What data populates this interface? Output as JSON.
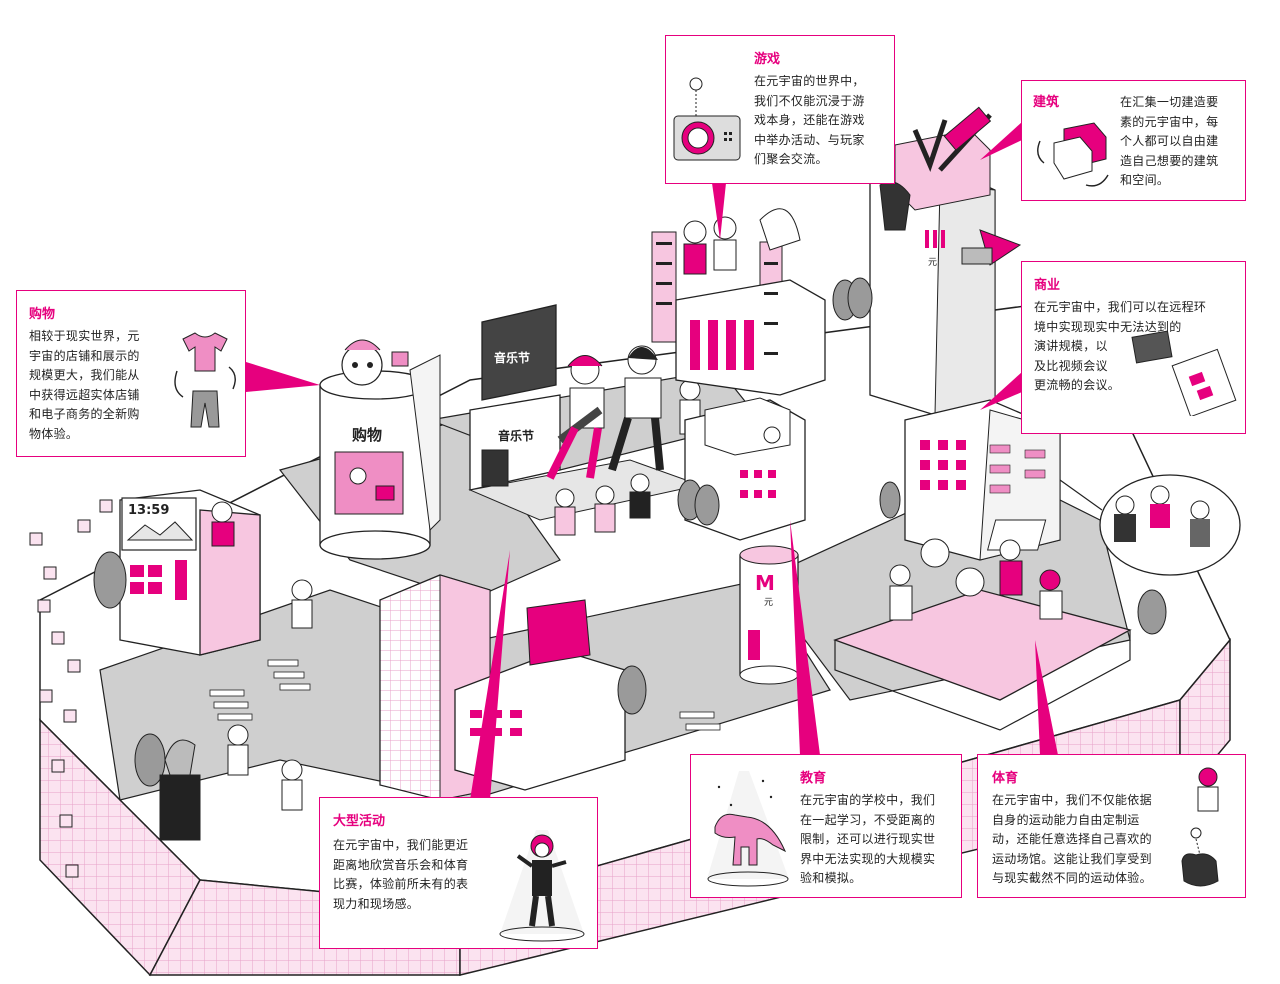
{
  "callouts": {
    "game": {
      "title": "游戏",
      "body": "在元宇宙的世界中，\n我们不仅能沉浸于游\n戏本身，还能在游戏\n中举办活动、与玩家\n们聚会交流。"
    },
    "architecture": {
      "title": "建筑",
      "body": "在汇集一切建造要\n素的元宇宙中，每\n个人都可以自由建\n造自己想要的建筑\n和空间。"
    },
    "shopping": {
      "title": "购物",
      "body": "相较于现实世界，元\n宇宙的店铺和展示的\n规模更大，我们能从\n中获得远超实体店铺\n和电子商务的全新购\n物体验。"
    },
    "business": {
      "title": "商业",
      "body": "在元宇宙中，我们可以在远程环\n境中实现现实中无法达到的\n演讲规模，以\n及比视频会议\n更流畅的会议。"
    },
    "events": {
      "title": "大型活动",
      "body": "在元宇宙中，我们能更近\n距离地欣赏音乐会和体育\n比赛，体验前所未有的表\n现力和现场感。"
    },
    "education": {
      "title": "教育",
      "body": "在元宇宙的学校中，我们\n在一起学习，不受距离的\n限制，还可以进行现实世\n界中无法实现的大规模实\n验和模拟。"
    },
    "sports": {
      "title": "体育",
      "body": "在元宇宙中，我们不仅能依据\n自身的运动能力自由定制运\n动，还能任意选择自己喜欢的\n运动场馆。这能让我们享受到\n与现实截然不同的运动体验。"
    }
  },
  "scene_text": {
    "clock": "13:59",
    "shop_sign": "购物",
    "concert_screen": "音乐节",
    "stage_banner": "音乐节",
    "tower_mark": "元",
    "mall_letter": "M",
    "mall_sub": "元"
  },
  "colors": {
    "accent": "#e6007e",
    "pink_light": "#f7c6e0",
    "pink_mid": "#ef8ec4",
    "grey": "#c8c8c8",
    "dark": "#222222"
  }
}
